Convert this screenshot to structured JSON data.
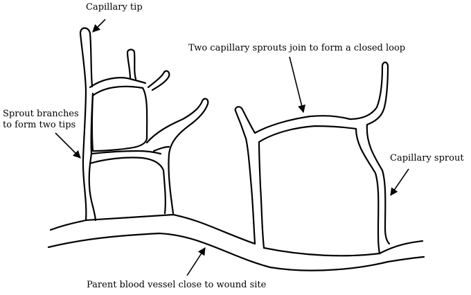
{
  "colors": {
    "ink": "#000000",
    "background": "#ffffff"
  },
  "labels": {
    "capillary_tip": "Capillary tip",
    "closed_loop": "Two capillary sprouts join to form a closed loop",
    "sprout_branches": "Sprout branches\nto form two tips",
    "capillary_sprout": "Capillary sprout",
    "parent_vessel": "Parent blood vessel close to wound site"
  }
}
